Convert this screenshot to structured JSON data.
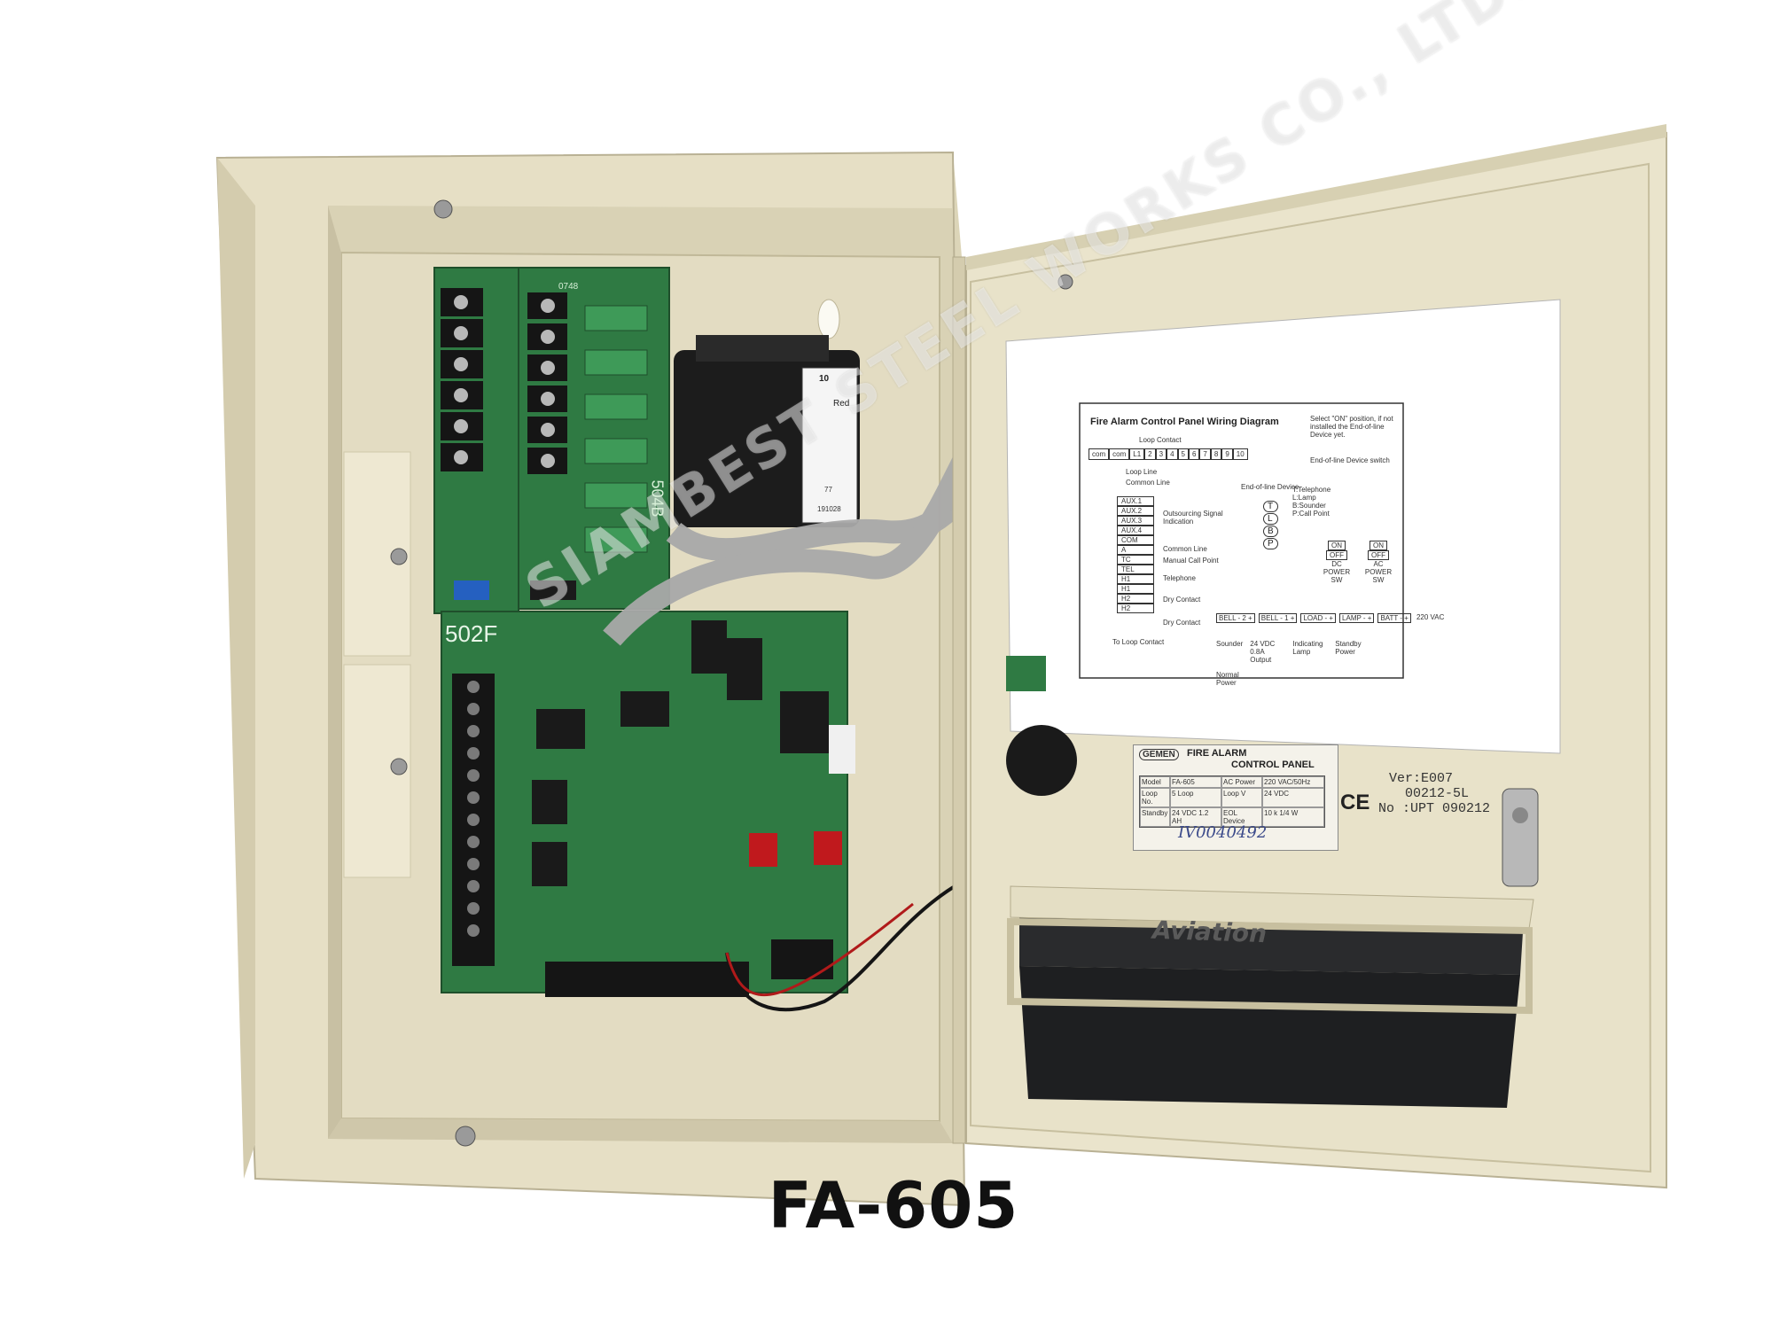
{
  "caption": "FA-605",
  "watermark": "SIAMBEST STEEL WORKS CO., LTD.",
  "board_labels": {
    "upper_board": "504B",
    "lower_board": "502F",
    "upper_board_code": "0748"
  },
  "transformer": {
    "label_top": "10",
    "label_color": "Red",
    "row_w": "77",
    "date": "191028"
  },
  "wiring_diagram": {
    "title": "Fire Alarm Control Panel Wiring Diagram",
    "loop_contact": "Loop Contact",
    "loop_terminals": [
      "com",
      "com",
      "L1",
      "2",
      "3",
      "4",
      "5",
      "6",
      "7",
      "8",
      "9",
      "10"
    ],
    "aux_terminals": [
      "AUX.1",
      "AUX.2",
      "AUX.3",
      "AUX.4",
      "COM",
      "A",
      "TC",
      "TEL",
      "H1",
      "H1",
      "H2",
      "H2"
    ],
    "notes": [
      "Select \"ON\" position, if not installed the End-of-line Device yet.",
      "End-of-line Device switch"
    ],
    "legend": [
      "T:Telephone",
      "L:Lamp",
      "B:Sounder",
      "P:Call Point"
    ],
    "side_letters": [
      "T",
      "L",
      "B",
      "P"
    ],
    "annotations": [
      "Outsourcing Signal Indication",
      "Common Line",
      "Manual Call Point",
      "Telephone",
      "Dry Contact",
      "Dry Contact",
      "To Loop Contact",
      "End-of-line Device",
      "Loop Line",
      "Common Line"
    ],
    "bottom_terminals": [
      "BELL - 2 +",
      "BELL - 1 +",
      "LOAD - +",
      "LAMP - +",
      "BATT - +",
      "220 VAC"
    ],
    "bottom_captions": [
      "Sounder",
      "24 VDC 0.8A Output",
      "Indicating Lamp",
      "Standby Power",
      "Normal Power"
    ],
    "switches": [
      {
        "state_on": "ON",
        "state_off": "OFF",
        "label": "DC POWER SW"
      },
      {
        "state_on": "ON",
        "state_off": "OFF",
        "label": "AC POWER SW"
      }
    ]
  },
  "nameplate": {
    "brand": "GEMEN",
    "title_line1": "FIRE ALARM",
    "title_line2": "CONTROL PANEL",
    "rows": [
      [
        "Model",
        "FA-605",
        "AC Power",
        "220 VAC/50Hz"
      ],
      [
        "Loop No.",
        "5 Loop",
        "Loop V",
        "24 VDC"
      ],
      [
        "Standby",
        "24 VDC 1.2 AH",
        "EOL Device",
        "10 k  1/4 W"
      ]
    ],
    "handwritten_serial": "IV0040492",
    "ce_mark": "CE"
  },
  "version_label": {
    "line1": "Ver:E007",
    "line2": "00212-5L",
    "line3": "No :UPT 090212"
  },
  "battery": {
    "brand": "Aviation"
  },
  "switches_on_board": [
    "ON OFF",
    "ON OFF"
  ],
  "colors": {
    "enclosure": "#e9e3cb",
    "enclosure_shadow": "#c9c2a6",
    "pcb": "#2f7a43",
    "battery": "#2a2b2d"
  }
}
